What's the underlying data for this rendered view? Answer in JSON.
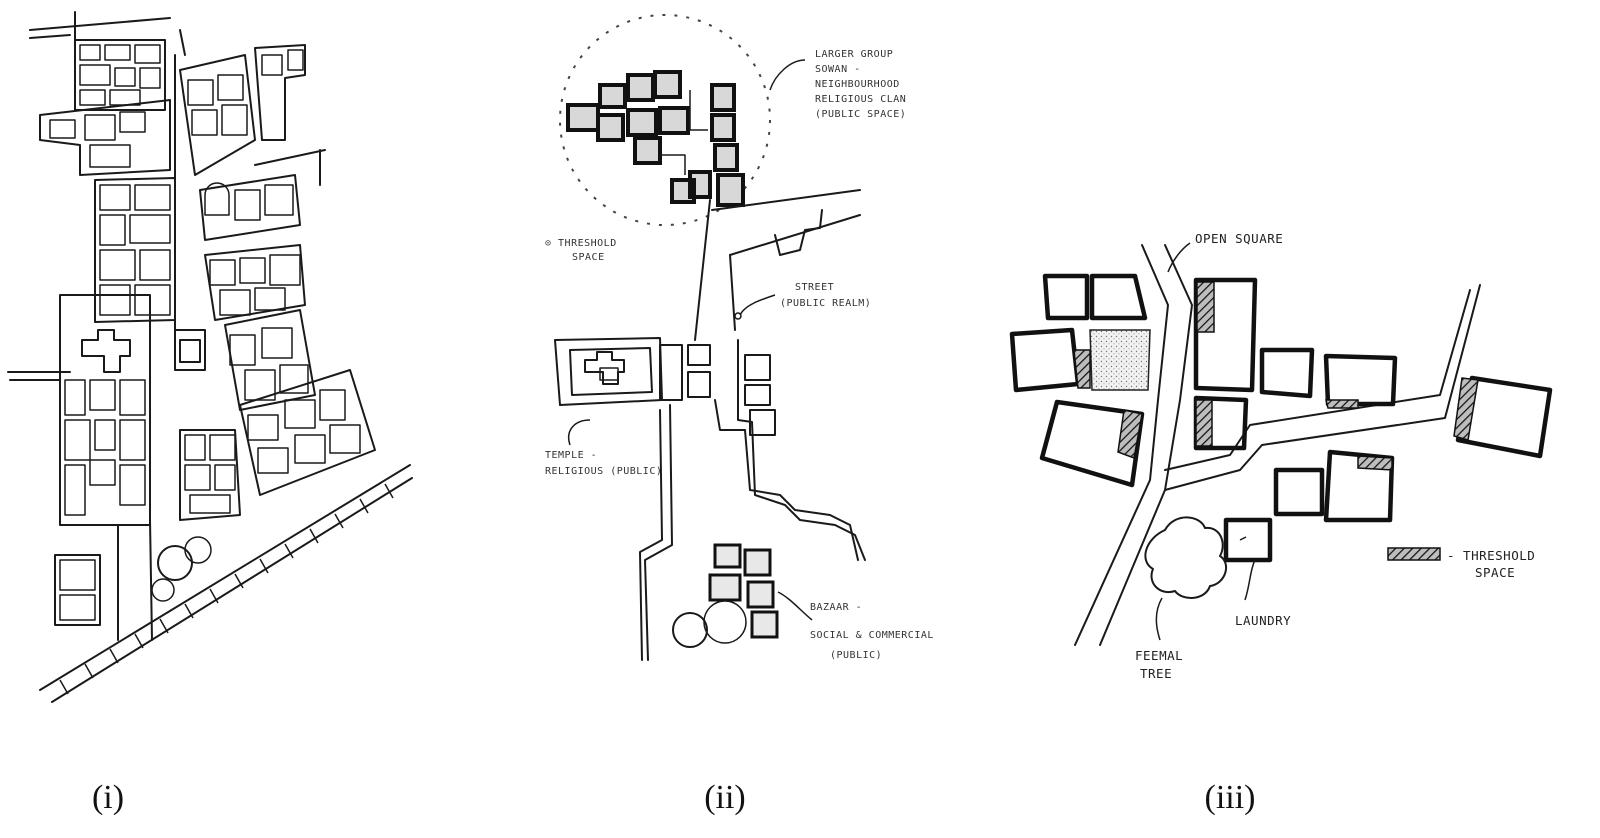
{
  "panels": [
    {
      "label": "(i)"
    },
    {
      "label": "(ii)",
      "notes": {
        "larger_group": [
          "LARGER GROUP",
          "SOWAN -",
          "NEIGHBOURHOOD",
          "RELIGIOUS CLAN",
          "(PUBLIC SPACE)"
        ],
        "threshold": [
          "⊙ THRESHOLD",
          "SPACE"
        ],
        "street": [
          "STREET",
          "(PUBLIC REALM)"
        ],
        "temple": [
          "TEMPLE -",
          "RELIGIOUS (PUBLIC)"
        ],
        "bazaar": [
          "BAZAAR -",
          "SOCIAL & COMMERCIAL",
          "(PUBLIC)"
        ]
      }
    },
    {
      "label": "(iii)",
      "notes": {
        "open_square": "OPEN SQUARE",
        "threshold_legend": [
          "- THRESHOLD",
          "SPACE"
        ],
        "laundry": "LAUNDRY",
        "tree": [
          "FEEMAL",
          "TREE"
        ]
      }
    }
  ]
}
